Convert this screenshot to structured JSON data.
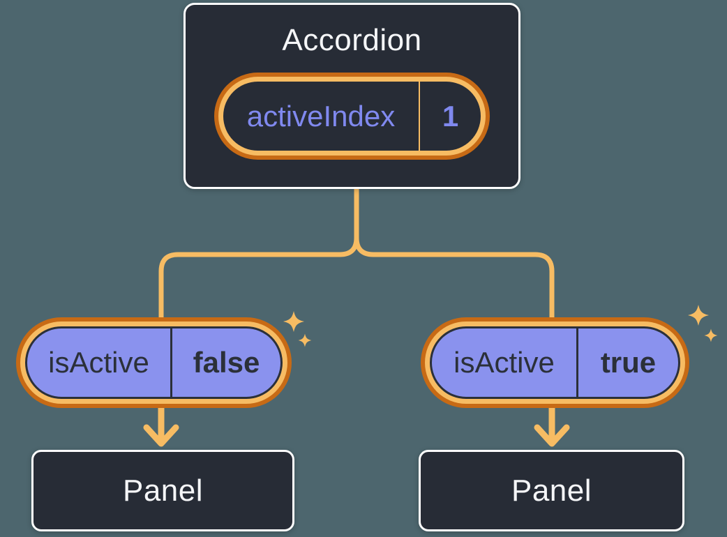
{
  "colors": {
    "bg": "#4D666E",
    "card": "#272C36",
    "card-border": "#FFFFFF",
    "line": "#F7BC63",
    "ring-outer": "#C76A15",
    "ring-inner": "#F7BC63",
    "purple": "#8A92EE",
    "ink": "#2B3039",
    "accent-text": "#8089EF",
    "title-text": "#F5F6F8"
  },
  "accordion": {
    "title": "Accordion",
    "state": {
      "label": "activeIndex",
      "value": "1"
    }
  },
  "props": [
    {
      "label": "isActive",
      "value": "false"
    },
    {
      "label": "isActive",
      "value": "true"
    }
  ],
  "panels": [
    {
      "title": "Panel"
    },
    {
      "title": "Panel"
    }
  ]
}
